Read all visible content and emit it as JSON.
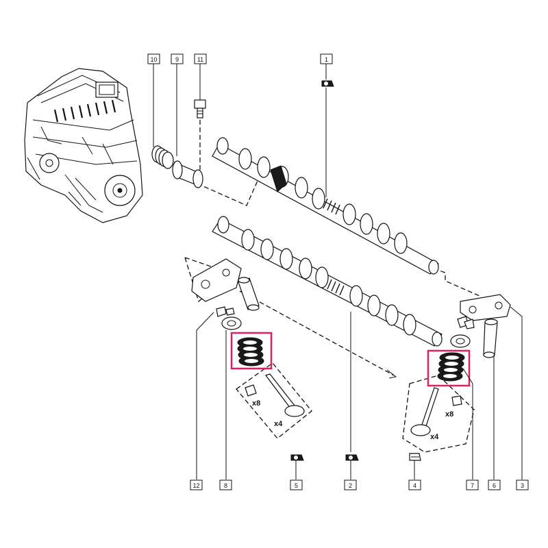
{
  "labels": {
    "p1": "1",
    "p2": "2",
    "p3": "3",
    "p4": "4",
    "p5": "5",
    "p6": "6",
    "p7": "7",
    "p8": "8",
    "p9": "9",
    "p10": "10",
    "p11": "11",
    "p12": "12"
  },
  "quantities": {
    "left_clip": "x8",
    "left_valve": "x4",
    "right_clip": "x8",
    "right_valve": "x4"
  },
  "highlight_color": "#e0205a",
  "icons": {
    "engine": "engine-block-illustration",
    "lock_symbol": "lock-bolt-icon"
  }
}
